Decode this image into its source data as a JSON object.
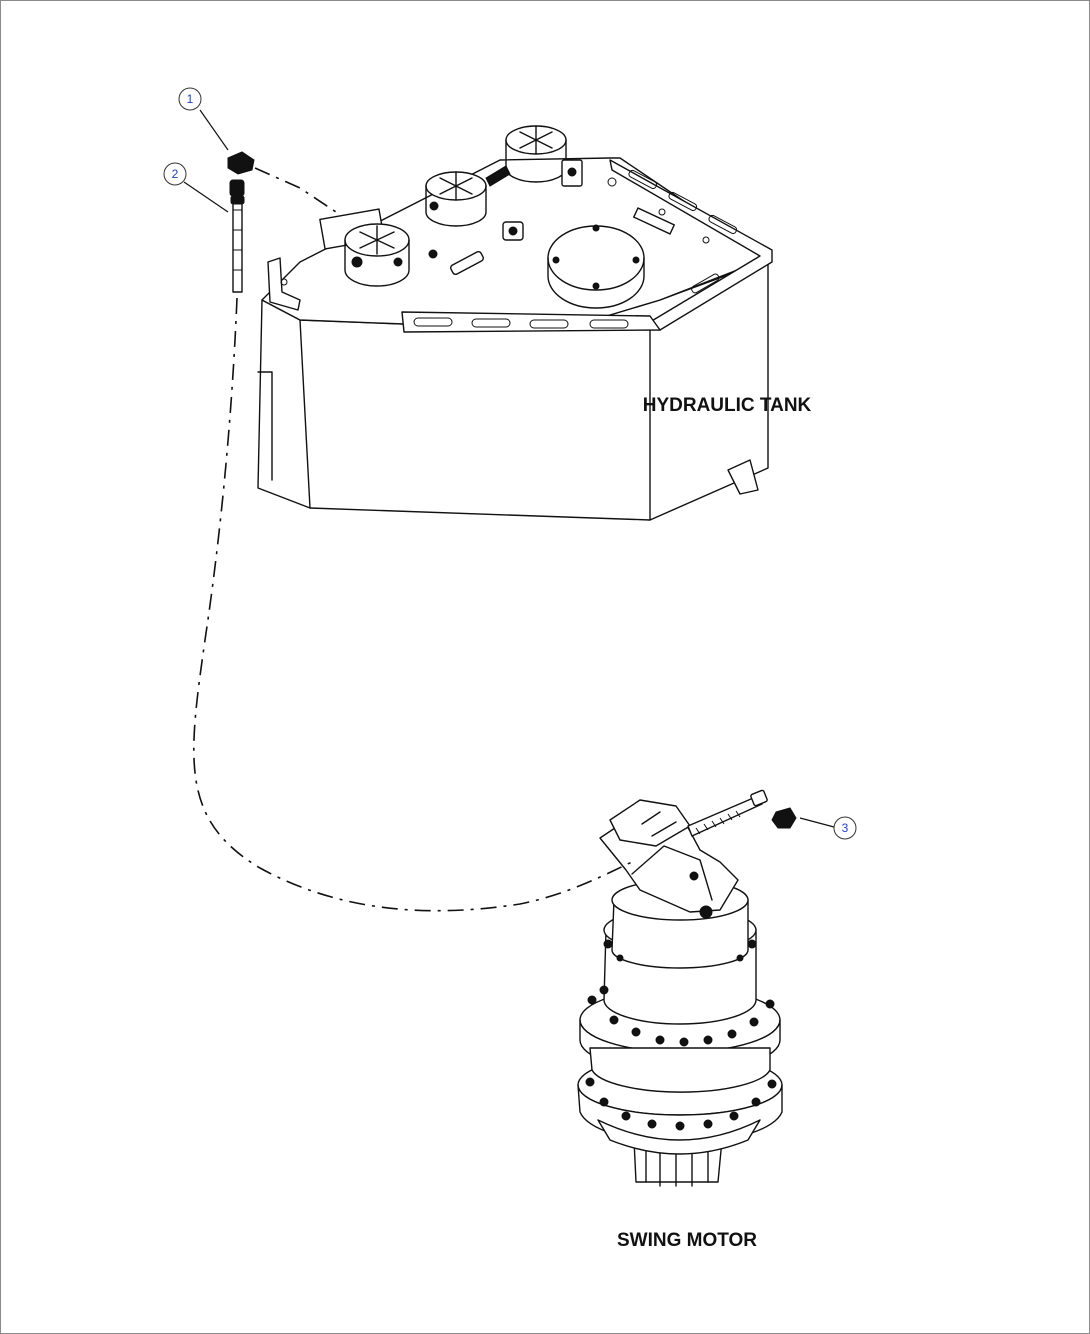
{
  "labels": {
    "tank": "HYDRAULIC TANK",
    "motor": "SWING MOTOR"
  },
  "callouts": [
    {
      "number": "1",
      "icon": "callout-balloon"
    },
    {
      "number": "2",
      "icon": "callout-balloon"
    },
    {
      "number": "3",
      "icon": "callout-balloon"
    }
  ],
  "parts": [
    {
      "name": "hydraulic-tank",
      "icon": "tank-drawing"
    },
    {
      "name": "swing-motor",
      "icon": "motor-drawing"
    },
    {
      "name": "fitting",
      "icon": "nut-icon"
    },
    {
      "name": "tube",
      "icon": "tube-icon"
    },
    {
      "name": "fitting",
      "icon": "nut-icon"
    }
  ],
  "colors": {
    "line": "#111111",
    "callout_text": "#1a3fd1",
    "background": "#ffffff"
  }
}
